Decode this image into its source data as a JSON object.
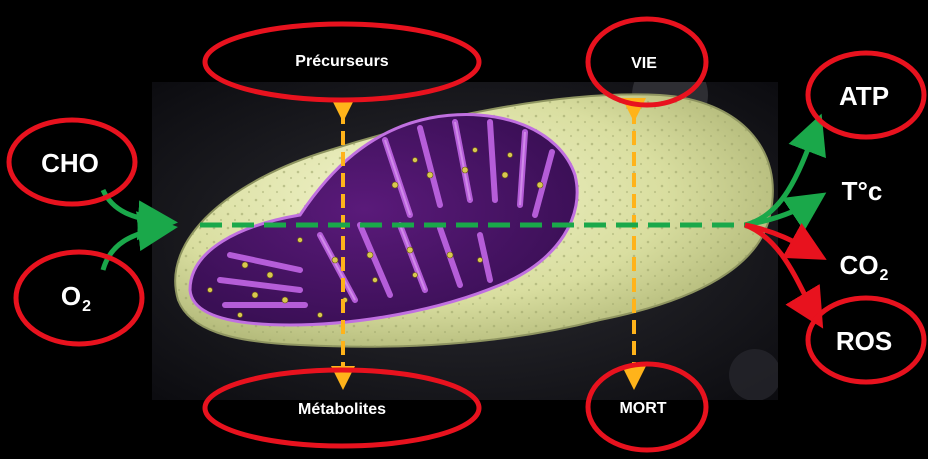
{
  "diagram": {
    "background": "#000000",
    "circle_color": "#e8121e",
    "input_arrow_color": "#1aa84a",
    "output_arrow_color": "#e8121e",
    "axis_color": "#ffb31a",
    "flow_line_color": "#1aa84a",
    "image_subject": "mitochondrion-cutaway"
  },
  "inputs": {
    "cho": "CHO",
    "o2_base": "O",
    "o2_sub": "2"
  },
  "outputs": {
    "atp": "ATP",
    "temp": "T°c",
    "co2_base": "CO",
    "co2_sub": "2",
    "ros": "ROS"
  },
  "axes": {
    "top_left": "Précurseurs",
    "bottom_left": "Métabolites",
    "top_right": "VIE",
    "bottom_right": "MORT"
  }
}
